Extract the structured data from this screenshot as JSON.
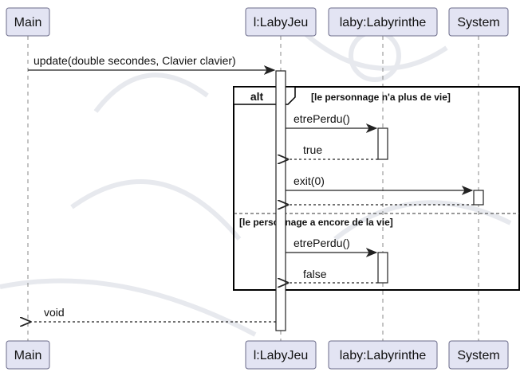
{
  "participants": {
    "main": "Main",
    "labyjeu": "l:LabyJeu",
    "labyrinthe": "laby:Labyrinthe",
    "system": "System"
  },
  "messages": {
    "update": "update(double secondes, Clavier clavier)",
    "etrePerdu1": "etrePerdu()",
    "true": "true",
    "exit": "exit(0)",
    "etrePerdu2": "etrePerdu()",
    "false": "false",
    "void": "void"
  },
  "fragment": {
    "operator": "alt",
    "guard1": "[le personnage n'a plus de vie]",
    "guard2": "[le personnage a encore de la vie]"
  },
  "colors": {
    "participant_fill": "#e3e4f3",
    "participant_border": "#6b6b8a"
  }
}
